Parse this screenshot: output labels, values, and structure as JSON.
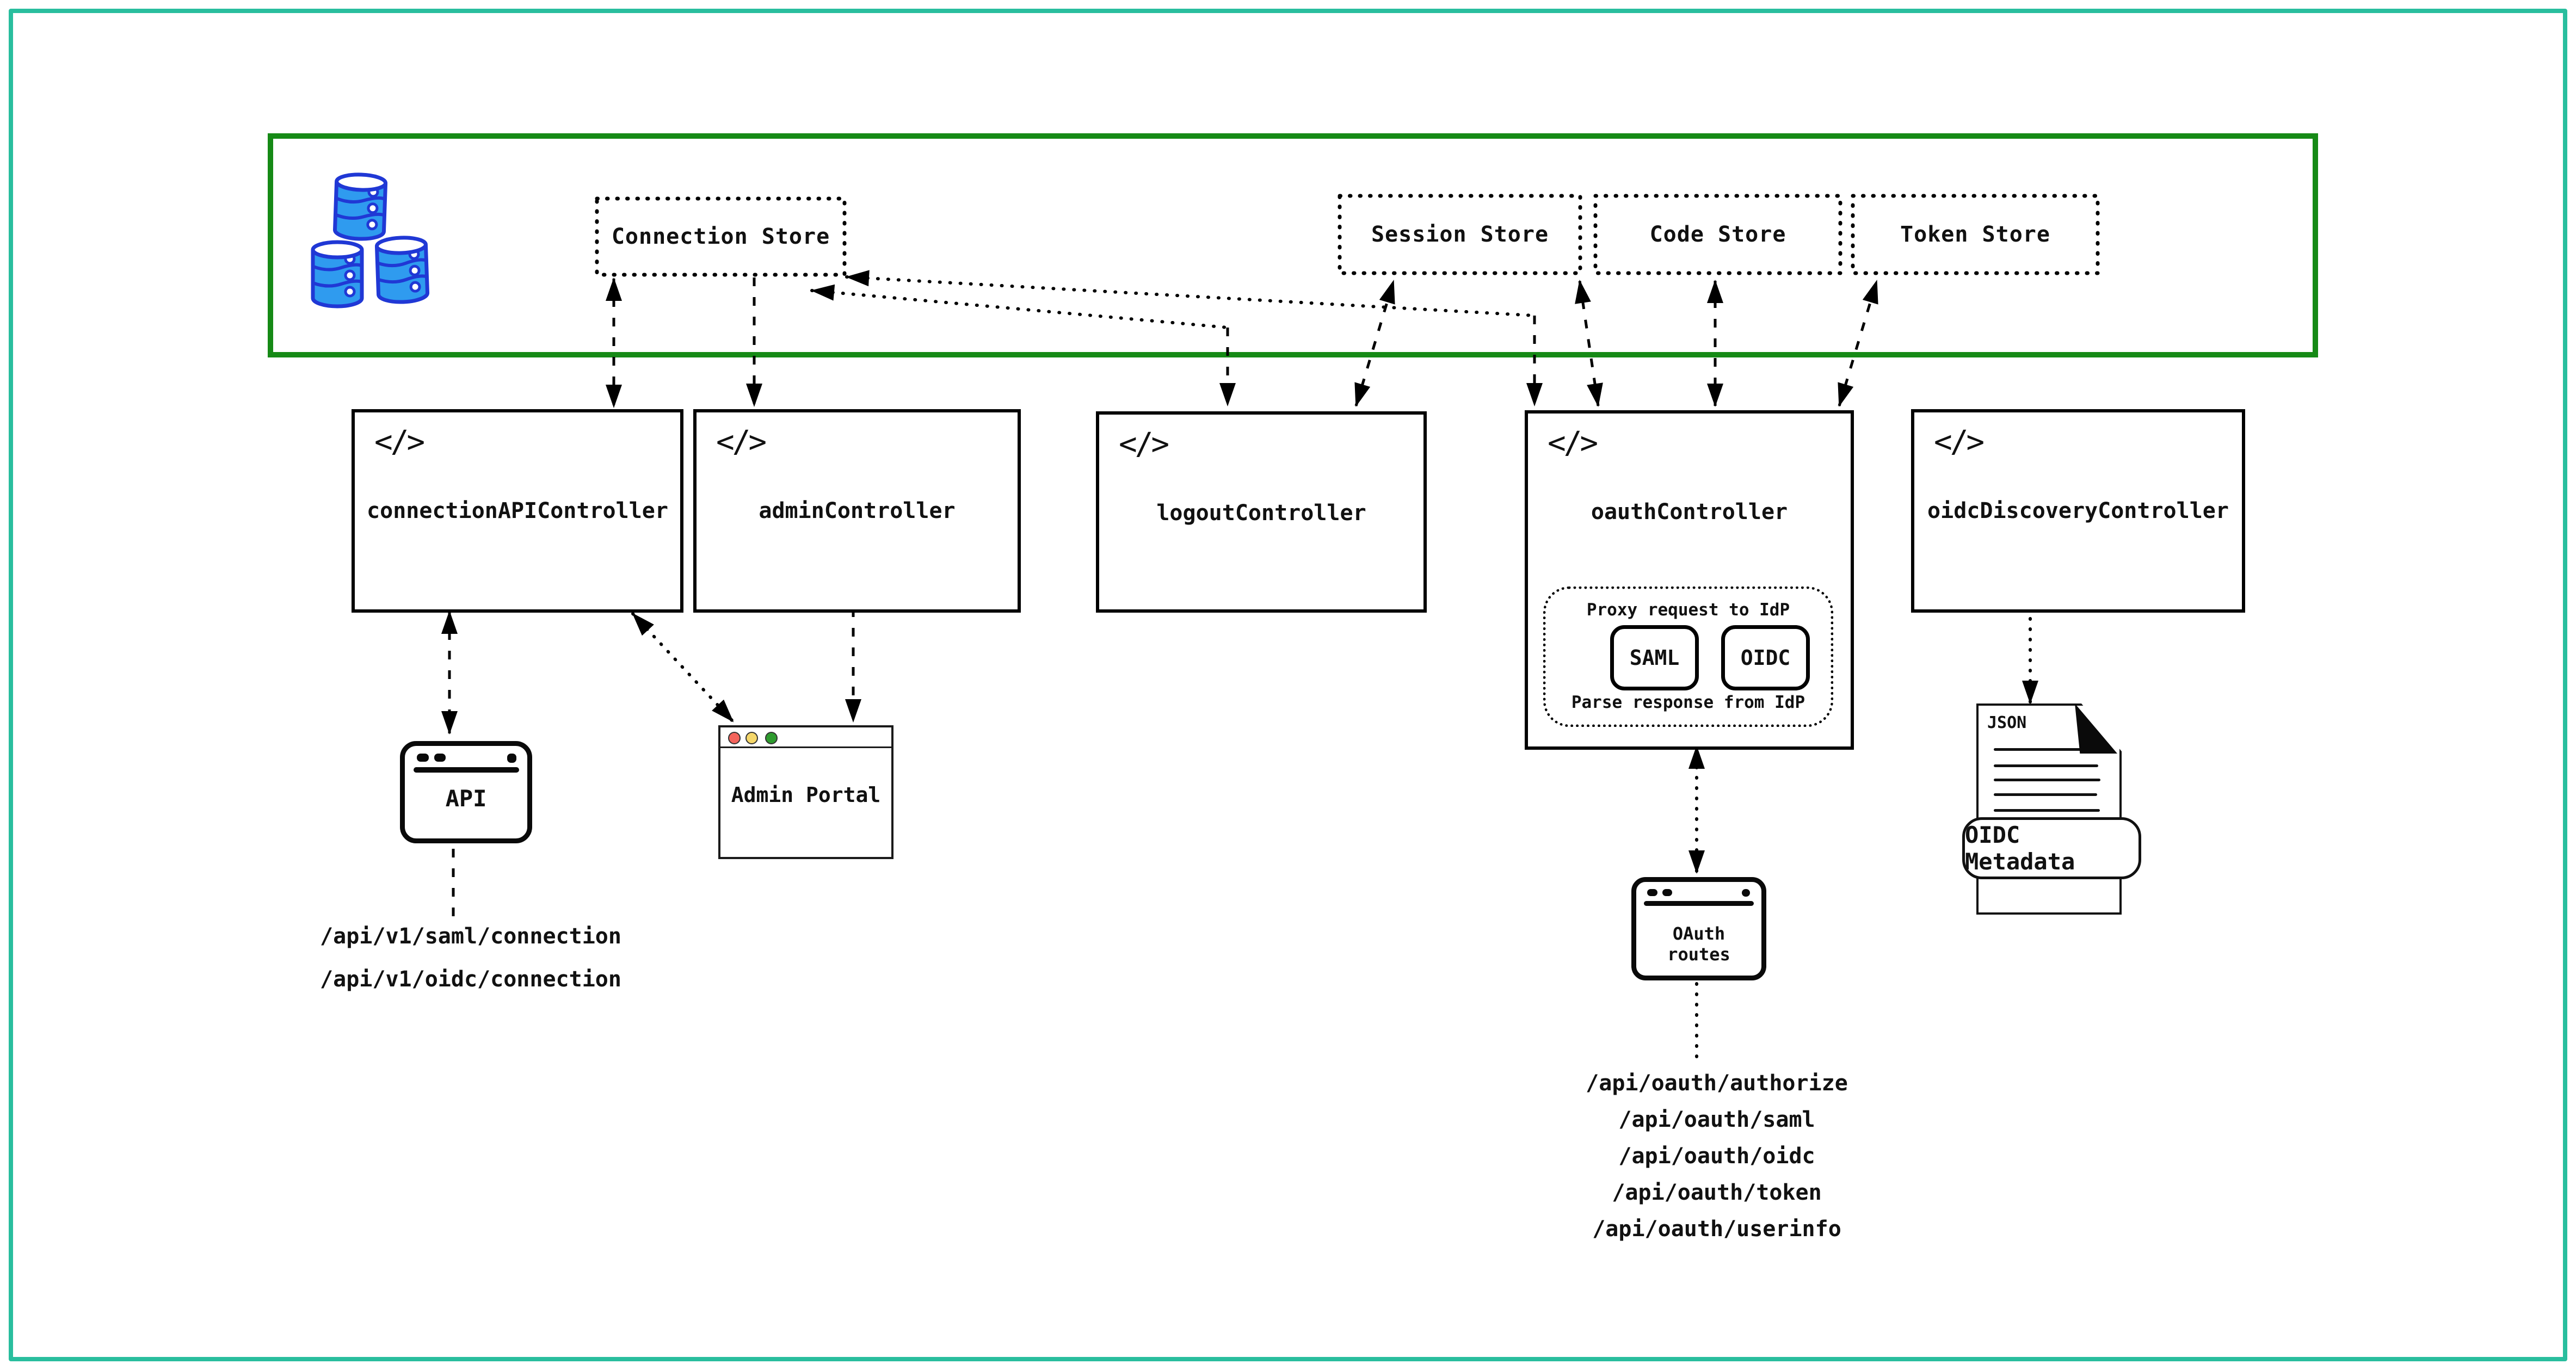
{
  "store_layer": {
    "stores": [
      {
        "label": "Connection Store"
      },
      {
        "label": "Session Store"
      },
      {
        "label": "Code Store"
      },
      {
        "label": "Token Store"
      }
    ]
  },
  "controllers": [
    {
      "label": "connectionAPIController"
    },
    {
      "label": "adminController"
    },
    {
      "label": "logoutController"
    },
    {
      "label": "oauthController"
    },
    {
      "label": "oidcDiscoveryController"
    }
  ],
  "oauth_proxy": {
    "title": "Proxy request to IdP",
    "protocols": [
      {
        "label": "SAML"
      },
      {
        "label": "OIDC"
      }
    ],
    "footer": "Parse response from IdP"
  },
  "api_client": {
    "label": "API",
    "routes": [
      "/api/v1/saml/connection",
      "/api/v1/oidc/connection"
    ]
  },
  "admin_portal": {
    "label": "Admin Portal"
  },
  "oauth_routes_client": {
    "label": "OAuth routes",
    "routes": [
      "/api/oauth/authorize",
      "/api/oauth/saml",
      "/api/oauth/oidc",
      "/api/oauth/token",
      "/api/oauth/userinfo"
    ]
  },
  "oidc_metadata": {
    "file_type": "JSON",
    "label": "OIDC Metadata"
  },
  "icons": {
    "code": "</>"
  },
  "colors": {
    "outer_border": "#29BE9E",
    "store_layer_border": "#168A16",
    "database_fill": "#2F9BEF",
    "database_stroke": "#2038D5",
    "traffic_red": "#F4645C",
    "traffic_yellow": "#F5D76A",
    "traffic_green": "#2E9B2E"
  },
  "edges": [
    {
      "from": "connectionAPIController",
      "to": "Connection Store",
      "bidirectional": true
    },
    {
      "from": "Connection Store",
      "to": "adminController",
      "bidirectional": false
    },
    {
      "from": "logoutController",
      "to": "Connection Store",
      "bidirectional": true
    },
    {
      "from": "logoutController",
      "to": "Session Store",
      "bidirectional": true
    },
    {
      "from": "oauthController",
      "to": "Connection Store",
      "bidirectional": true
    },
    {
      "from": "oauthController",
      "to": "Session Store",
      "bidirectional": true
    },
    {
      "from": "oauthController",
      "to": "Code Store",
      "bidirectional": true
    },
    {
      "from": "oauthController",
      "to": "Token Store",
      "bidirectional": true
    },
    {
      "from": "connectionAPIController",
      "to": "API",
      "bidirectional": true
    },
    {
      "from": "connectionAPIController",
      "to": "Admin Portal",
      "bidirectional": true
    },
    {
      "from": "adminController",
      "to": "Admin Portal",
      "bidirectional": false
    },
    {
      "from": "oauthController",
      "to": "OAuth routes",
      "bidirectional": true
    },
    {
      "from": "oidcDiscoveryController",
      "to": "OIDC Metadata",
      "bidirectional": false
    }
  ]
}
